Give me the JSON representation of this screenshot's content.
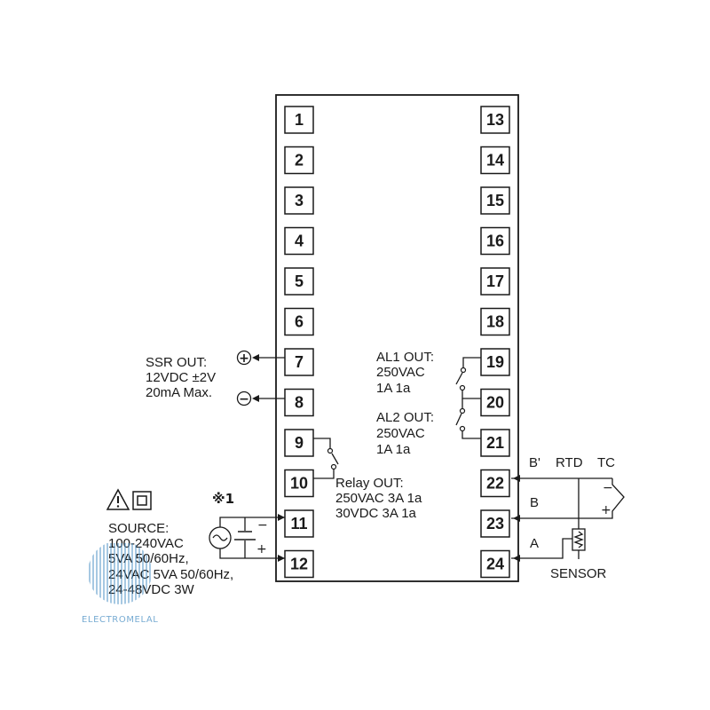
{
  "terminals": {
    "left": [
      "1",
      "2",
      "3",
      "4",
      "5",
      "6",
      "7",
      "8",
      "9",
      "10",
      "11",
      "12"
    ],
    "right": [
      "13",
      "14",
      "15",
      "16",
      "17",
      "18",
      "19",
      "20",
      "21",
      "22",
      "23",
      "24"
    ]
  },
  "ssr": {
    "line1": "SSR OUT:",
    "line2": "12VDC ±2V",
    "line3": "20mA Max.",
    "plus_symbol": "+",
    "minus_symbol": "−"
  },
  "relay": {
    "line1": "Relay OUT:",
    "line2": "250VAC 3A 1a",
    "line3": "30VDC 3A 1a"
  },
  "al1": {
    "line1": "AL1 OUT:",
    "line2": "250VAC",
    "line3": "1A 1a"
  },
  "al2": {
    "line1": "AL2 OUT:",
    "line2": "250VAC",
    "line3": "1A 1a"
  },
  "sensor": {
    "b_prime": "B'",
    "rtd": "RTD",
    "tc": "TC",
    "b": "B",
    "a": "A",
    "label": "SENSOR",
    "tc_minus": "−",
    "tc_plus": "+"
  },
  "source": {
    "note_mark": "※1",
    "line1": "SOURCE:",
    "line2": "100-240VAC",
    "line3": "5VA 50/60Hz,",
    "line4": "24VAC 5VA 50/60Hz,",
    "line5": "24-48VDC 3W",
    "dc_minus": "−",
    "dc_plus": "+"
  },
  "icons": {
    "warning": "warning-triangle-icon",
    "double_insulation": "double-insulation-icon",
    "ac_source": "ac-source-icon"
  },
  "watermark": {
    "text": "ELECTROMELAL",
    "color": "#4a8fc4"
  },
  "colors": {
    "line": "#1a1a1a",
    "background": "#ffffff"
  }
}
